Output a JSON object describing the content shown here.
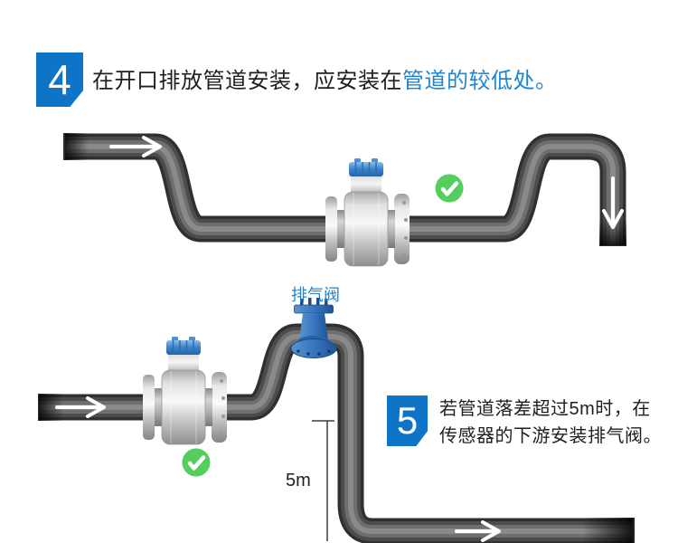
{
  "steps": {
    "step4": {
      "number": "4",
      "text_black": "在开口排放管道安装，应安装在",
      "text_blue": "管道的较低处。"
    },
    "step5": {
      "number": "5",
      "line1": "若管道落差超过5m时，在",
      "line2": "传感器的下游安装排气阀。"
    }
  },
  "labels": {
    "vent_valve": "排气阀",
    "drop_height": "5m"
  },
  "icons": {
    "check_icon": "green circle with white checkmark (correct installation)",
    "flow_arrow_right_icon": "white arrow showing flow to the right",
    "flow_arrow_down_icon": "white arrow showing flow downward (open discharge)"
  },
  "colors": {
    "badge_blue": "#0e74c8",
    "highlight_blue": "#1e86d4",
    "check_green": "#54cf5e",
    "pipe_gray": "#4c4c4c",
    "valve_blue": "#2e6db5",
    "text_dark": "#1f1f1f"
  }
}
